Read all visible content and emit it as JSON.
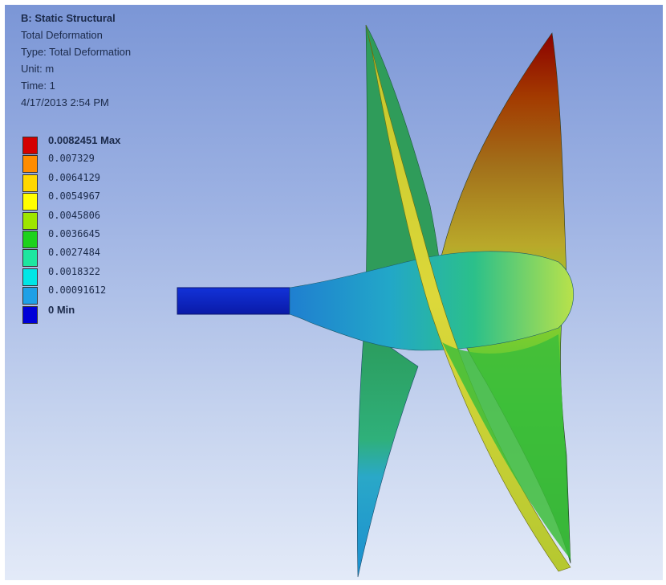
{
  "header": {
    "title": "B: Static Structural",
    "result": "Total Deformation",
    "type": "Type: Total Deformation",
    "unit": "Unit: m",
    "time": "Time: 1",
    "timestamp": "4/17/2013 2:54 PM"
  },
  "legend": {
    "levels": [
      {
        "label": "0.0082451 Max",
        "color": "#d40000",
        "emphasis": true
      },
      {
        "label": "0.007329",
        "color": "#ff8c00",
        "emphasis": false
      },
      {
        "label": "0.0064129",
        "color": "#ffd700",
        "emphasis": false
      },
      {
        "label": "0.0054967",
        "color": "#ffff00",
        "emphasis": false
      },
      {
        "label": "0.0045806",
        "color": "#9ee600",
        "emphasis": false
      },
      {
        "label": "0.0036645",
        "color": "#1dd21d",
        "emphasis": false
      },
      {
        "label": "0.0027484",
        "color": "#1ee6a0",
        "emphasis": false
      },
      {
        "label": "0.0018322",
        "color": "#00e6e6",
        "emphasis": false
      },
      {
        "label": "0.00091612",
        "color": "#1ea0e6",
        "emphasis": false
      },
      {
        "label": "0 Min",
        "color": "#0000d8",
        "emphasis": true
      }
    ]
  }
}
